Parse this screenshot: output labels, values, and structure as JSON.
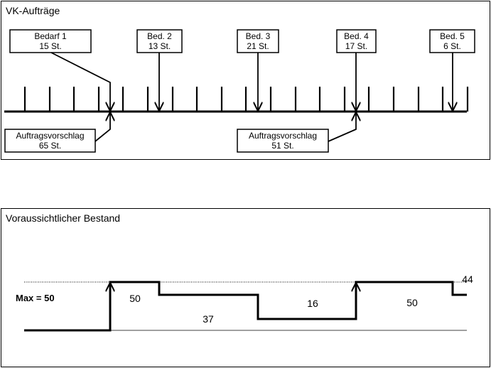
{
  "top_panel": {
    "title": "VK-Aufträge",
    "demands": [
      {
        "name": "Bedarf 1",
        "qty": "15 St."
      },
      {
        "name": "Bed. 2",
        "qty": "13 St."
      },
      {
        "name": "Bed. 3",
        "qty": "21 St."
      },
      {
        "name": "Bed. 4",
        "qty": "17 St."
      },
      {
        "name": "Bed. 5",
        "qty": "6 St."
      }
    ],
    "proposals": [
      {
        "name": "Auftragsvorschlag",
        "qty": "65 St."
      },
      {
        "name": "Auftragsvorschlag",
        "qty": "51 St."
      }
    ]
  },
  "bottom_panel": {
    "title": "Voraussichtlicher Bestand",
    "max_label": "Max = 50",
    "values": [
      "50",
      "37",
      "16",
      "50",
      "44"
    ]
  }
}
